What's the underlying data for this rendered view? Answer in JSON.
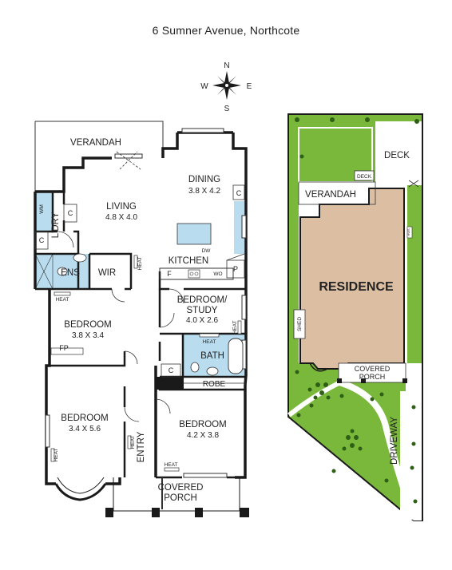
{
  "title": "6 Sumner Avenue, Northcote",
  "compass": {
    "n": "N",
    "s": "S",
    "e": "E",
    "w": "W"
  },
  "floor_plan": {
    "verandah": "VERANDAH",
    "dining": {
      "name": "DINING",
      "size": "3.8 X 4.2"
    },
    "living": {
      "name": "LIVING",
      "size": "4.8 X 4.0"
    },
    "kitchen": "KITCHEN",
    "laundry": "L'DRY",
    "ensuite": "ENS",
    "wir": "WIR",
    "bedroom_study": {
      "name_line1": "BEDROOM/",
      "name_line2": "STUDY",
      "size": "4.0 X 2.6"
    },
    "bedroom1": {
      "name": "BEDROOM",
      "size": "3.8 X 3.4"
    },
    "bath": "BATH",
    "robe": "ROBE",
    "bedroom2": {
      "name": "BEDROOM",
      "size": "3.4 X 5.6"
    },
    "entry": "ENTRY",
    "bedroom3": {
      "name": "BEDROOM",
      "size": "4.2 X 3.8"
    },
    "covered_porch_line1": "COVERED",
    "covered_porch_line2": "PORCH",
    "small_labels": {
      "c": "C",
      "dw": "DW",
      "f": "F",
      "wo": "WO",
      "p": "P",
      "heat": "HEAT",
      "fp": "FP",
      "wm": "WM"
    }
  },
  "site_plan": {
    "deck": "DECK",
    "deck_small": "DECK",
    "verandah": "VERANDAH",
    "residence": "RESIDENCE",
    "shed": "SHED",
    "covered_porch_line1": "COVERED",
    "covered_porch_line2": "PORCH",
    "driveway": "DRIVEWAY",
    "hws": "HWS"
  },
  "colors": {
    "wall": "#1a1a1a",
    "wet_area": "#b9dcef",
    "lawn": "#79b83a",
    "residence": "#dcbfa3",
    "shrub": "#2f5f17"
  }
}
